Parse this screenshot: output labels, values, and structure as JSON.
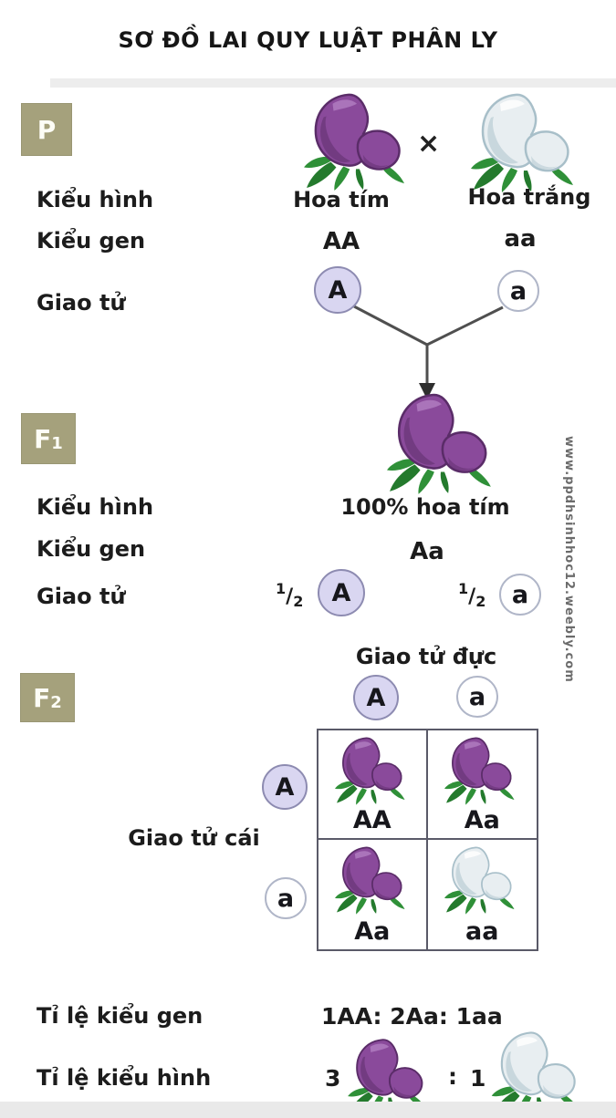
{
  "page": {
    "title": "SƠ ĐỒ LAI QUY LUẬT PHÂN LY",
    "watermark": "www.ppdhsinhhoc12.weebly.com"
  },
  "colors": {
    "generation_box": "#a5a17c",
    "gamete_A_fill": "#d9d6f1",
    "gamete_A_border": "#8d8bb1",
    "gamete_a_fill": "#ffffff",
    "gamete_a_border": "#b0b6c8",
    "petal_purple": "#8a4a9b",
    "petal_white": "#e8eef1",
    "leaf_green": "#2f9038",
    "connector_line": "#4f4f4f",
    "grid_border": "#5a5a68"
  },
  "p_section": {
    "generation_label": "P",
    "cross_symbol": "×",
    "rows": {
      "phenotype_label": "Kiểu hình",
      "genotype_label": "Kiểu gen",
      "gamete_label": "Giao tử"
    },
    "left_parent": {
      "phenotype": "Hoa tím",
      "genotype": "AA",
      "gamete": "A",
      "flower": "purple"
    },
    "right_parent": {
      "phenotype": "Hoa trắng",
      "genotype": "aa",
      "gamete": "a",
      "flower": "white"
    }
  },
  "f1_section": {
    "generation_label": "F",
    "generation_sub": "1",
    "rows": {
      "phenotype_label": "Kiểu hình",
      "genotype_label": "Kiểu gen",
      "gamete_label": "Giao tử"
    },
    "phenotype": "100% hoa tím",
    "genotype": "Aa",
    "flower": "purple",
    "gametes": [
      {
        "fraction_num": "1",
        "fraction_den": "2",
        "allele": "A"
      },
      {
        "fraction_num": "1",
        "fraction_den": "2",
        "allele": "a"
      }
    ]
  },
  "f2_section": {
    "generation_label": "F",
    "generation_sub": "2",
    "male_gametes_label": "Giao tử đực",
    "female_gametes_label": "Giao tử cái",
    "col_gametes": [
      {
        "allele": "A"
      },
      {
        "allele": "a"
      }
    ],
    "row_gametes": [
      {
        "allele": "A"
      },
      {
        "allele": "a"
      }
    ],
    "cells": [
      {
        "genotype": "AA",
        "flower": "purple"
      },
      {
        "genotype": "Aa",
        "flower": "purple"
      },
      {
        "genotype": "Aa",
        "flower": "purple"
      },
      {
        "genotype": "aa",
        "flower": "white"
      }
    ]
  },
  "ratios": {
    "genotype_label": "Tỉ lệ kiểu gen",
    "genotype_value": "1AA: 2Aa: 1aa",
    "phenotype_label": "Tỉ lệ kiểu hình",
    "purple_count": "3",
    "separator": ":",
    "white_count": "1",
    "purple_flower": "purple",
    "white_flower": "white"
  }
}
